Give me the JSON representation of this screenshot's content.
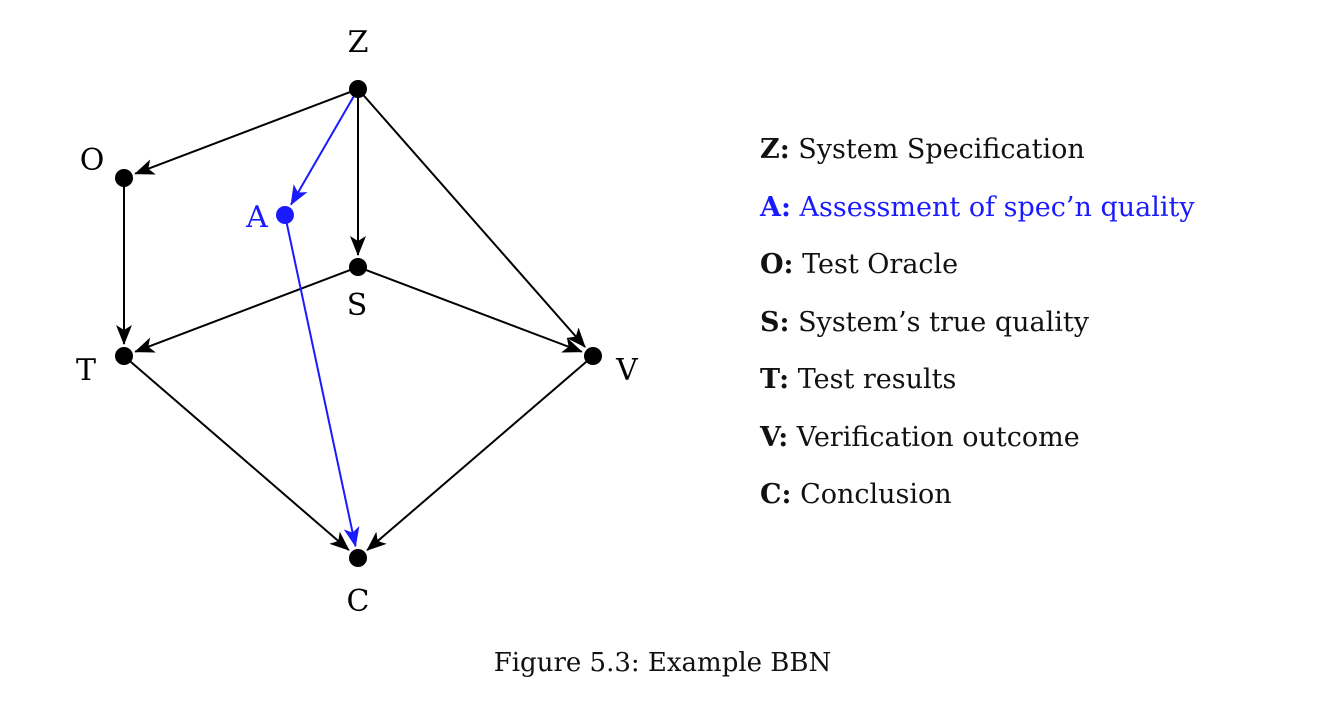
{
  "diagram": {
    "nodes": [
      {
        "id": "Z",
        "label": "Z"
      },
      {
        "id": "O",
        "label": "O"
      },
      {
        "id": "A",
        "label": "A",
        "highlight": true
      },
      {
        "id": "S",
        "label": "S"
      },
      {
        "id": "T",
        "label": "T"
      },
      {
        "id": "V",
        "label": "V"
      },
      {
        "id": "C",
        "label": "C"
      }
    ],
    "edges": [
      {
        "from": "Z",
        "to": "O"
      },
      {
        "from": "Z",
        "to": "A",
        "highlight": true
      },
      {
        "from": "Z",
        "to": "S"
      },
      {
        "from": "Z",
        "to": "V"
      },
      {
        "from": "O",
        "to": "T"
      },
      {
        "from": "S",
        "to": "T"
      },
      {
        "from": "S",
        "to": "V"
      },
      {
        "from": "A",
        "to": "C",
        "highlight": true
      },
      {
        "from": "T",
        "to": "C"
      },
      {
        "from": "V",
        "to": "C"
      }
    ],
    "colors": {
      "default": "#000000",
      "highlight": "#1a1aff"
    }
  },
  "legend": [
    {
      "key": "Z:",
      "text": "System Specification"
    },
    {
      "key": "A:",
      "text": "Assessment of spec’n quality",
      "highlight": true
    },
    {
      "key": "O:",
      "text": "Test Oracle"
    },
    {
      "key": "S:",
      "text": "System’s true quality"
    },
    {
      "key": "T:",
      "text": "Test results"
    },
    {
      "key": "V:",
      "text": "Verification outcome"
    },
    {
      "key": "C:",
      "text": "Conclusion"
    }
  ],
  "caption": "Figure 5.3: Example BBN"
}
